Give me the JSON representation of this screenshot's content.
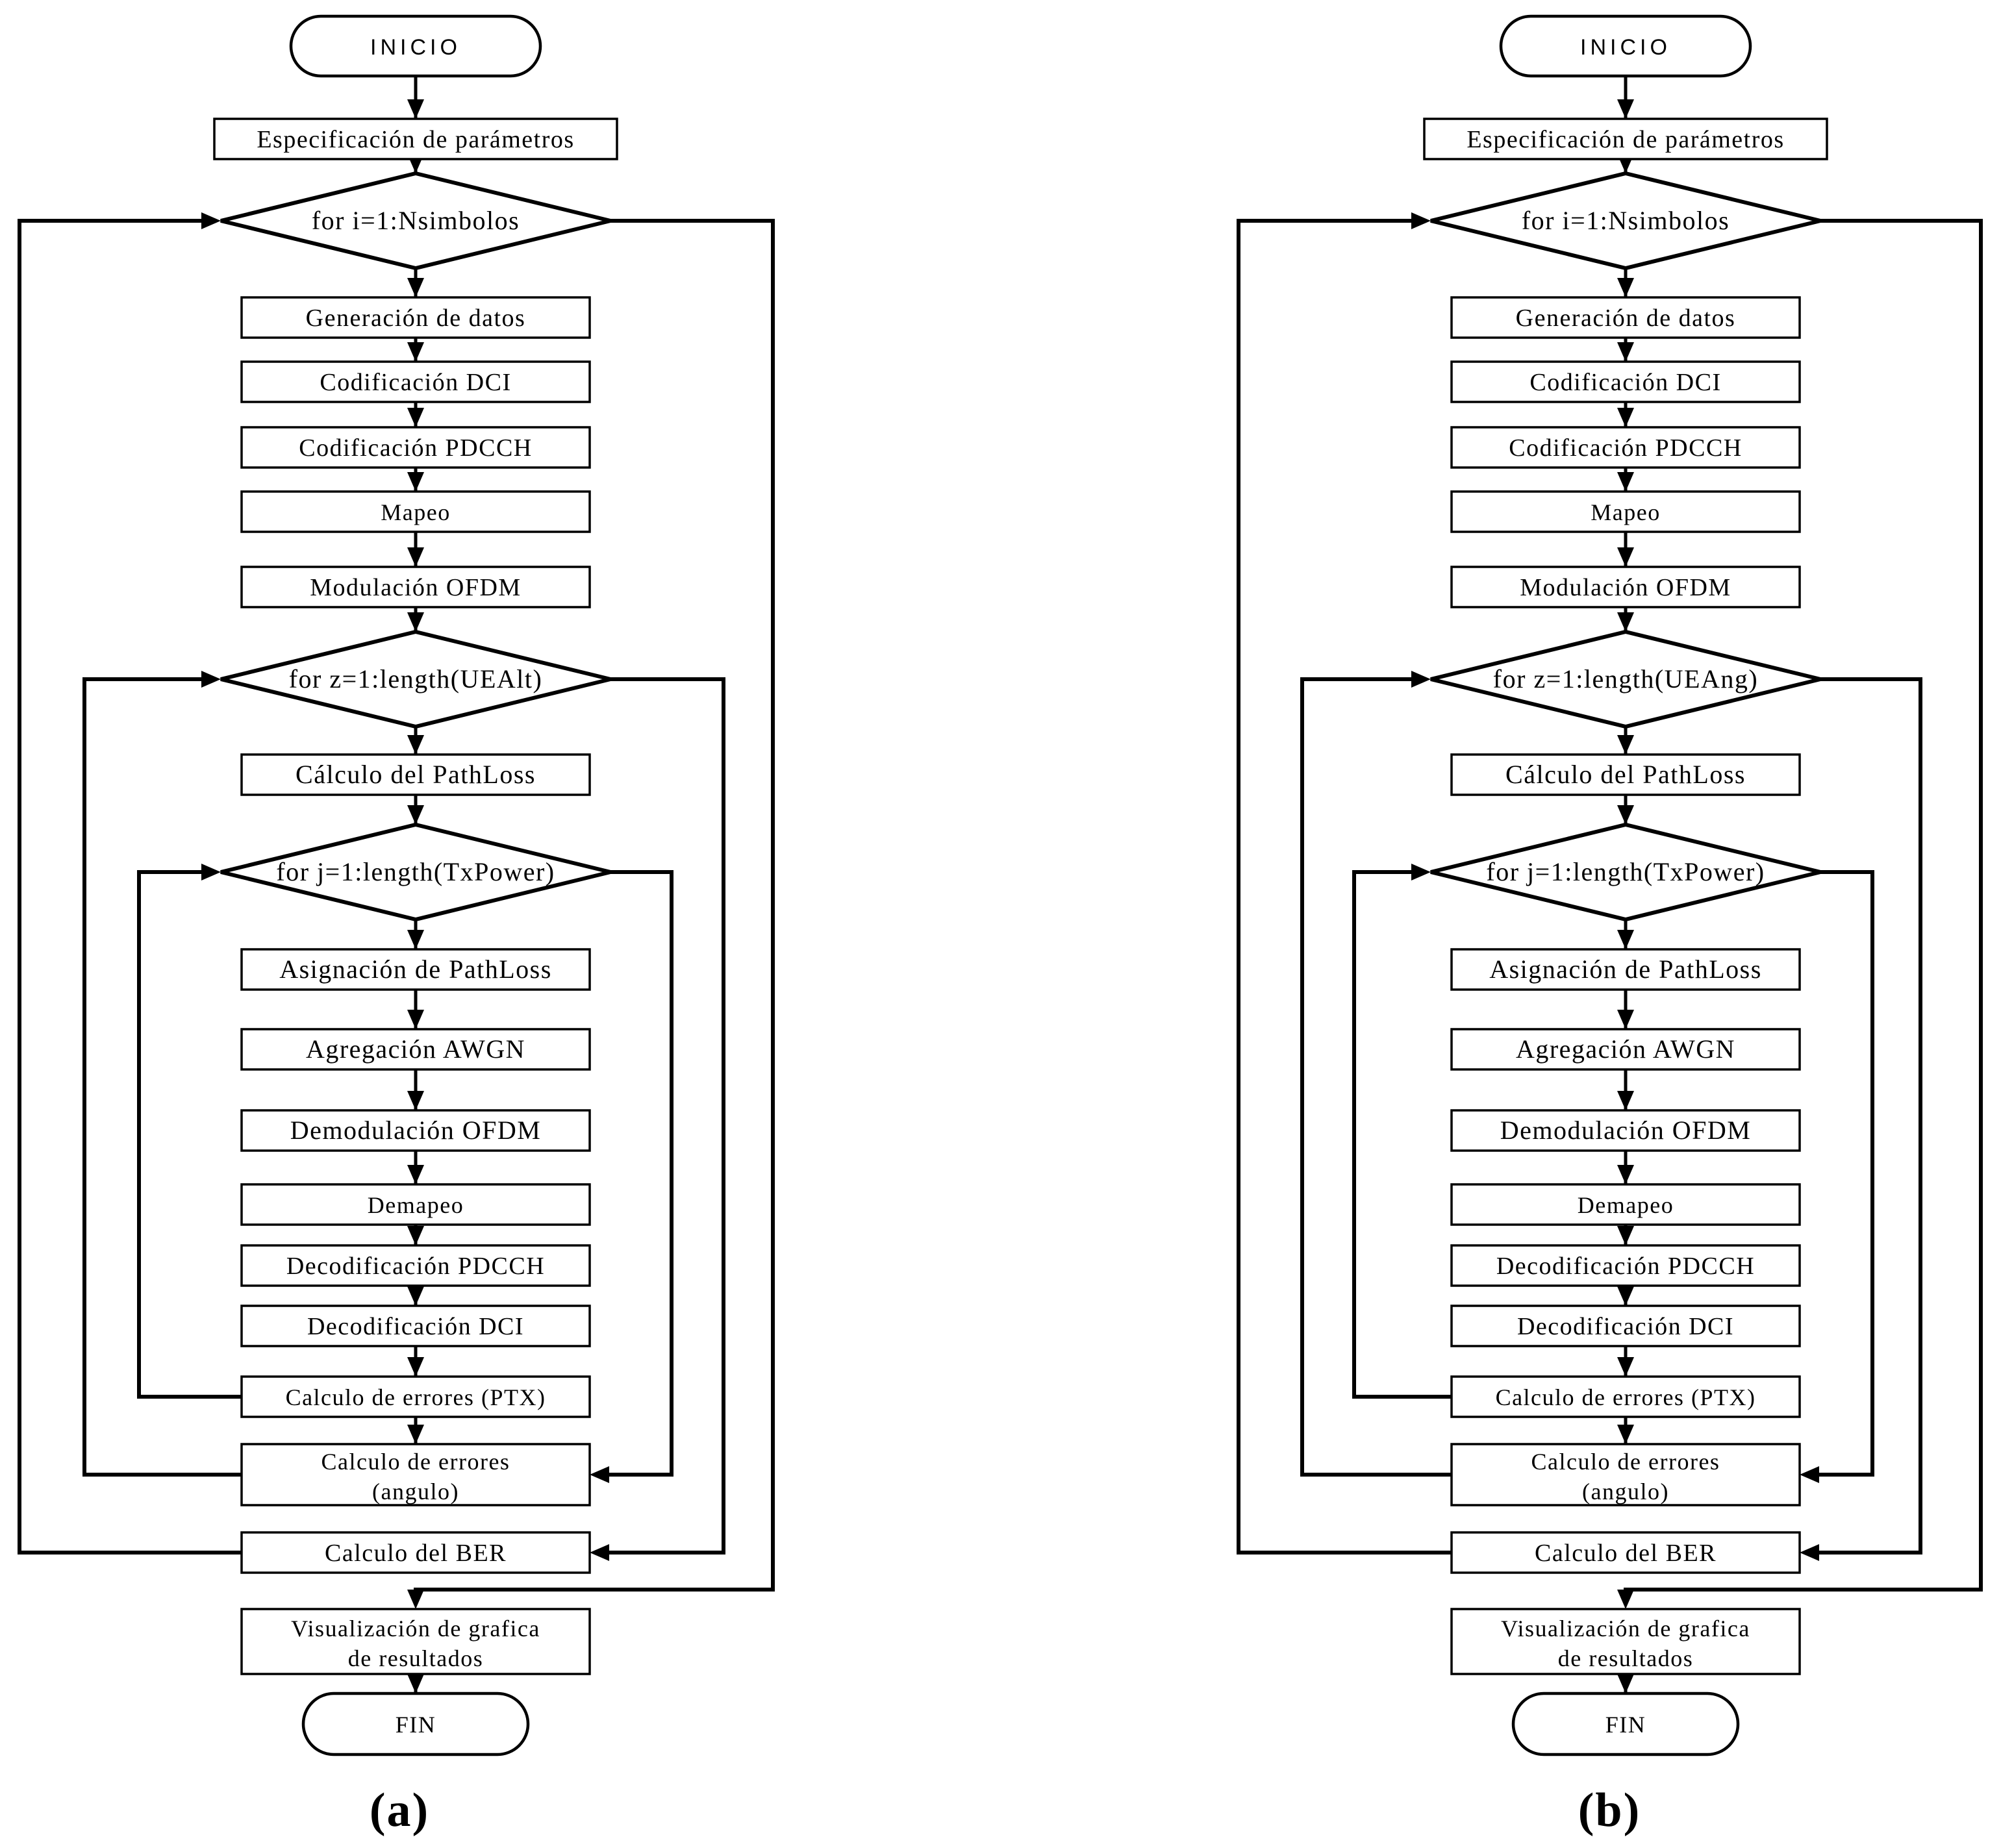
{
  "figure": {
    "colors": {
      "ink": "#000000",
      "background": "#ffffff"
    },
    "charts": [
      {
        "caption": "(a)",
        "nodes": {
          "inicio": "INICIO",
          "especificacion": "Especificación de parámetros",
          "loop_i": "for  i=1:Nsimbolos",
          "generacion": "Generación de datos",
          "codificacion_dci": "Codificación DCI",
          "codificacion_pdcch": "Codificación PDCCH",
          "mapeo": "Mapeo",
          "modulacion_ofdm": "Modulación OFDM",
          "loop_z": "for  z=1:length(UEAlt)",
          "calculo_pathloss": "Cálculo del PathLoss",
          "loop_j": "for  j=1:length(TxPower)",
          "asignacion_pathloss": "Asignación de PathLoss",
          "agregacion_awgn": "Agregación AWGN",
          "demodulacion_ofdm": "Demodulación OFDM",
          "demapeo": "Demapeo",
          "decodificacion_pdcch": "Decodificación PDCCH",
          "decodificacion_dci": "Decodificación DCI",
          "calculo_errores_ptx": "Calculo de errores (PTX)",
          "calculo_errores_angulo": [
            "Calculo de errores",
            "(angulo)"
          ],
          "calculo_ber": "Calculo del BER",
          "visualizacion": [
            "Visualización de grafica",
            "de resultados"
          ],
          "fin": "FIN"
        }
      },
      {
        "caption": "(b)",
        "nodes": {
          "inicio": "INICIO",
          "especificacion": "Especificación de parámetros",
          "loop_i": "for  i=1:Nsimbolos",
          "generacion": "Generación de datos",
          "codificacion_dci": "Codificación DCI",
          "codificacion_pdcch": "Codificación PDCCH",
          "mapeo": "Mapeo",
          "modulacion_ofdm": "Modulación OFDM",
          "loop_z": "for  z=1:length(UEAng)",
          "calculo_pathloss": "Cálculo del PathLoss",
          "loop_j": "for  j=1:length(TxPower)",
          "asignacion_pathloss": "Asignación de PathLoss",
          "agregacion_awgn": "Agregación AWGN",
          "demodulacion_ofdm": "Demodulación OFDM",
          "demapeo": "Demapeo",
          "decodificacion_pdcch": "Decodificación PDCCH",
          "decodificacion_dci": "Decodificación DCI",
          "calculo_errores_ptx": "Calculo de errores (PTX)",
          "calculo_errores_angulo": [
            "Calculo de errores",
            "(angulo)"
          ],
          "calculo_ber": "Calculo del BER",
          "visualizacion": [
            "Visualización de grafica",
            "de resultados"
          ],
          "fin": "FIN"
        }
      }
    ]
  }
}
